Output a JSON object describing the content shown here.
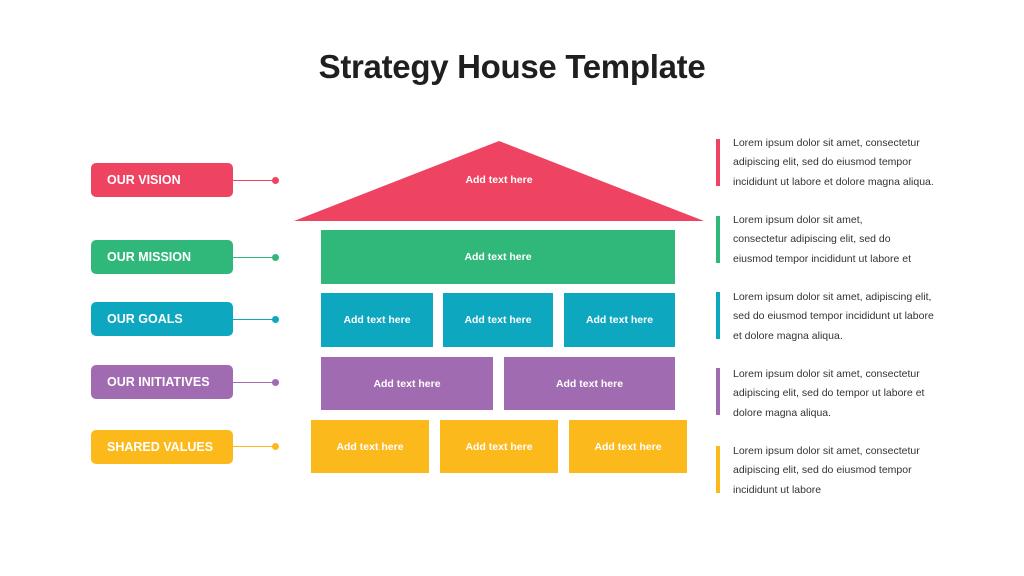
{
  "title": "Strategy House Template",
  "colors": {
    "vision": "#ee4361",
    "mission": "#30b77a",
    "goals": "#0da7bf",
    "initiatives": "#a06bb0",
    "values": "#fbb91b"
  },
  "rows": {
    "vision": {
      "label": "OUR VISION",
      "blocks": [
        "Add text here"
      ],
      "description": "Lorem ipsum dolor sit amet, consectetur\nadipiscing elit, sed do eiusmod tempor\nincididunt ut labore et dolore magna aliqua."
    },
    "mission": {
      "label": "OUR MISSION",
      "blocks": [
        "Add text here"
      ],
      "description": "Lorem ipsum dolor sit amet,\nconsectetur adipiscing elit, sed do\neiusmod tempor incididunt ut labore et"
    },
    "goals": {
      "label": "OUR GOALS",
      "blocks": [
        "Add text here",
        "Add text here",
        "Add text here"
      ],
      "description": "Lorem ipsum dolor sit amet, adipiscing elit,\nsed do eiusmod tempor incididunt ut labore\net dolore magna aliqua."
    },
    "initiatives": {
      "label": "OUR INITIATIVES",
      "blocks": [
        "Add text here",
        "Add text here"
      ],
      "description": "Lorem ipsum dolor sit amet, consectetur\nadipiscing elit, sed do tempor ut labore et\ndolore magna aliqua."
    },
    "values": {
      "label": "SHARED VALUES",
      "blocks": [
        "Add text here",
        "Add text here",
        "Add text here"
      ],
      "description": "Lorem ipsum dolor sit amet, consectetur\nadipiscing elit, sed do eiusmod tempor\nincididunt ut labore"
    }
  }
}
